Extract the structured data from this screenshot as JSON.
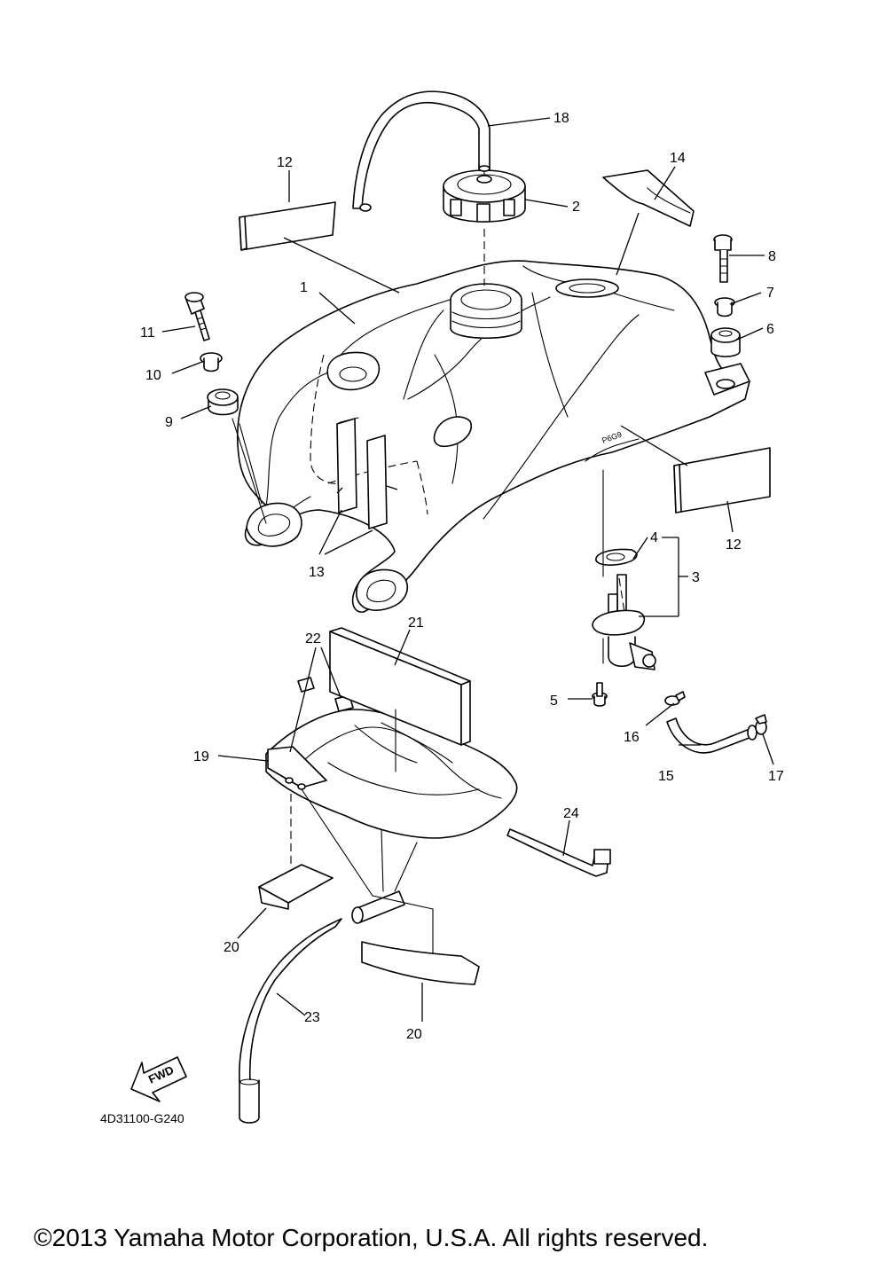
{
  "diagram": {
    "code": "4D31100-G240",
    "fwd_label": "FWD",
    "copyright": "©2013 Yamaha Motor Corporation, U.S.A. All rights reserved.",
    "labels": {
      "p1": "1",
      "p2": "2",
      "p3": "3",
      "p4": "4",
      "p5": "5",
      "p6": "6",
      "p7": "7",
      "p8": "8",
      "p9": "9",
      "p10": "10",
      "p11": "11",
      "p12a": "12",
      "p12b": "12",
      "p13": "13",
      "p14": "14",
      "p15": "15",
      "p16": "16",
      "p17": "17",
      "p18": "18",
      "p19": "19",
      "p20a": "20",
      "p20b": "20",
      "p21": "21",
      "p22": "22",
      "p23": "23",
      "p24": "24"
    }
  }
}
